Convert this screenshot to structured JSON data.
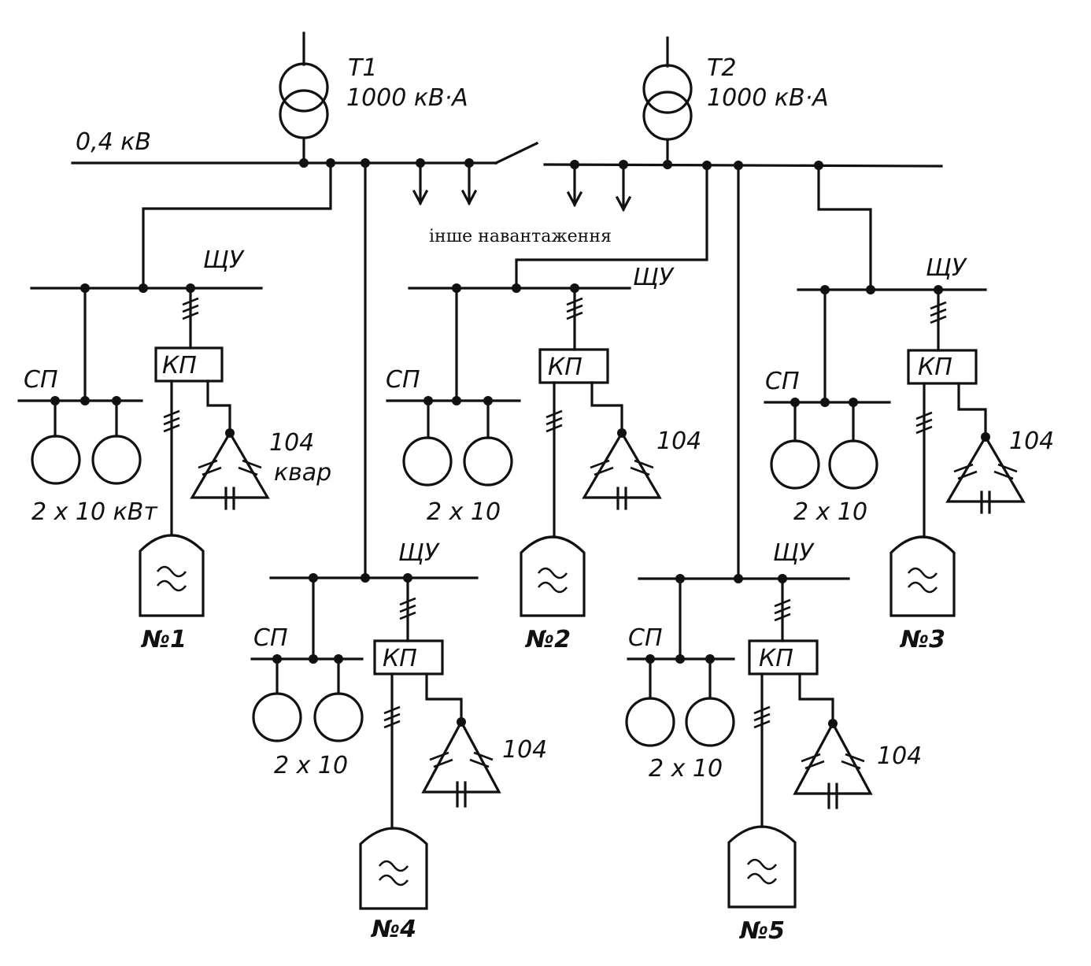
{
  "transformers": [
    {
      "name": "T1",
      "rating": "1000 кВ·А"
    },
    {
      "name": "T2",
      "rating": "1000 кВ·А"
    }
  ],
  "bus_voltage": "0,4 кВ",
  "other_load": "інше навантаження",
  "panel_label": "ЩУ",
  "sp_label": "СП",
  "kp_label": "КП",
  "furnaces": [
    {
      "num": "№1",
      "motors": "2 х 10 кВт",
      "cap": "104",
      "cap_unit": "квар"
    },
    {
      "num": "№2",
      "motors": "2 х 10",
      "cap": "104",
      "cap_unit": ""
    },
    {
      "num": "№3",
      "motors": "2 х 10",
      "cap": "104",
      "cap_unit": ""
    },
    {
      "num": "№4",
      "motors": "2 х 10",
      "cap": "104",
      "cap_unit": ""
    },
    {
      "num": "№5",
      "motors": "2 х 10",
      "cap": "104",
      "cap_unit": ""
    }
  ]
}
